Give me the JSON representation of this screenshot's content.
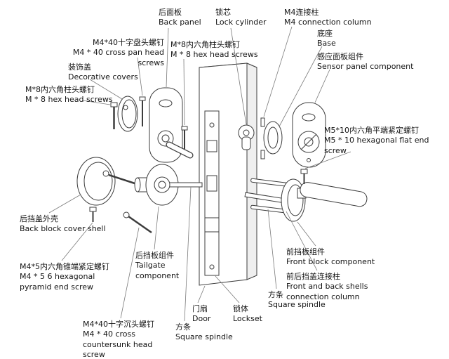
{
  "colors": {
    "line": "#3c3c3c",
    "leader": "#7a7a7a",
    "text": "#141414",
    "background": "#ffffff"
  },
  "labels": {
    "back_panel": {
      "zh": "后面板",
      "en": "Back panel"
    },
    "lock_cylinder": {
      "zh": "锁芯",
      "en": "Lock cylinder"
    },
    "m4_connection": {
      "zh": "M4连接柱",
      "en": "M4 connection column"
    },
    "base": {
      "zh": "底座",
      "en": "Base"
    },
    "sensor_panel": {
      "zh": "感应面板组件",
      "en": "Sensor panel component"
    },
    "m4_40_pan": {
      "zh": "M4*40十字盘头螺钉",
      "en": "M4 * 40 cross pan head screws"
    },
    "decorative_covers": {
      "zh": "装饰盖",
      "en": "Decorative covers"
    },
    "m8_hex_left": {
      "zh": "M*8内六角柱头螺钉",
      "en": "M * 8 hex head screws"
    },
    "m8_hex_mid": {
      "zh": "M*8内六角柱头螺钉",
      "en": "M * 8 hex head screws"
    },
    "m5_10_flat": {
      "zh": "M5*10内六角平端紧定螺钉",
      "en": "M5 * 10 hexagonal flat end screw"
    },
    "back_block_cover": {
      "zh": "后挡盖外壳",
      "en": "Back block cover shell"
    },
    "m4_5_pyramid": {
      "zh": "M4*5内六角锥端紧定螺钉",
      "en": "M4 * 5 6 hexagonal pyramid end screw"
    },
    "tailgate": {
      "zh": "后挡板组件",
      "en": "Tailgate component"
    },
    "front_block": {
      "zh": "前挡板组件",
      "en": "Front block component"
    },
    "fb_connection": {
      "zh": "前后挡盖连接柱",
      "en": "Front and back shells connection column"
    },
    "m4_40_countersunk": {
      "zh": "M4*40十字沉头螺钉",
      "en": "M4 * 40 cross countersunk head screw"
    },
    "door": {
      "zh": "门扇",
      "en": "Door"
    },
    "square_spindle_bottom": {
      "zh": "方条",
      "en": "Square spindle"
    },
    "lockset": {
      "zh": "锁体",
      "en": "Lockset"
    },
    "square_spindle_right": {
      "zh": "方条",
      "en": "Square spindle"
    }
  }
}
